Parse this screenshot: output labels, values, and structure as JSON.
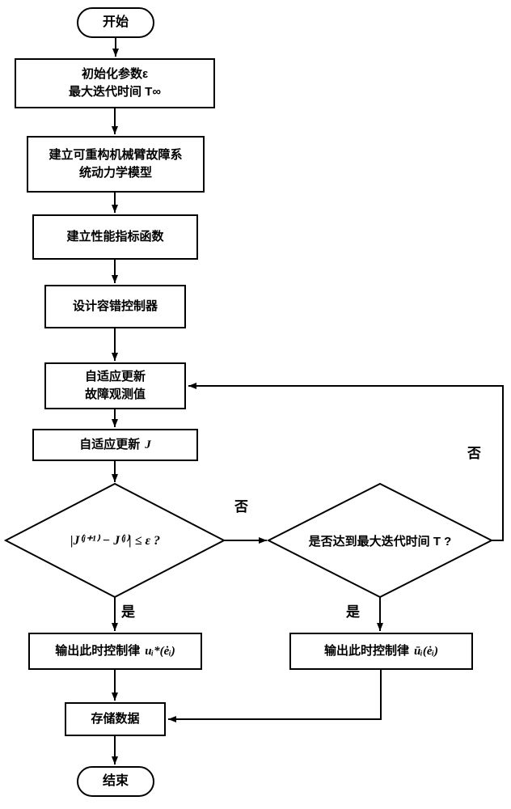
{
  "flowchart": {
    "start_label": "开始",
    "init": {
      "line1": "初始化参数ε",
      "line2": "最大迭代时间 T∞"
    },
    "model": {
      "line1": "建立可重构机械臂故障系",
      "line2": "统动力学模型"
    },
    "perf_label": "建立性能指标函数",
    "controller_label": "设计容错控制器",
    "adapt_obs": {
      "line1": "自适应更新",
      "line2": "故障观测值"
    },
    "adapt_j": {
      "text": "自适应更新",
      "math": "J"
    },
    "cond_converge": "|J⁽ʲ⁺¹⁾ − J⁽ʲ⁾| ≤ ε ?",
    "cond_maxiter": "是否达到最大迭代时间 T ?",
    "out_left": {
      "text": "输出此时控制律",
      "math": "uᵢ*(ėᵢ)"
    },
    "out_right": {
      "text": "输出此时控制律",
      "math": "ūᵢ(ėᵢ)"
    },
    "store_label": "存储数据",
    "end_label": "结束",
    "branch_labels": {
      "no_between": "否",
      "no_feedback": "否",
      "yes_left": "是",
      "yes_right": "是"
    }
  },
  "colors": {
    "stroke": "#000000",
    "fill": "#ffffff"
  }
}
